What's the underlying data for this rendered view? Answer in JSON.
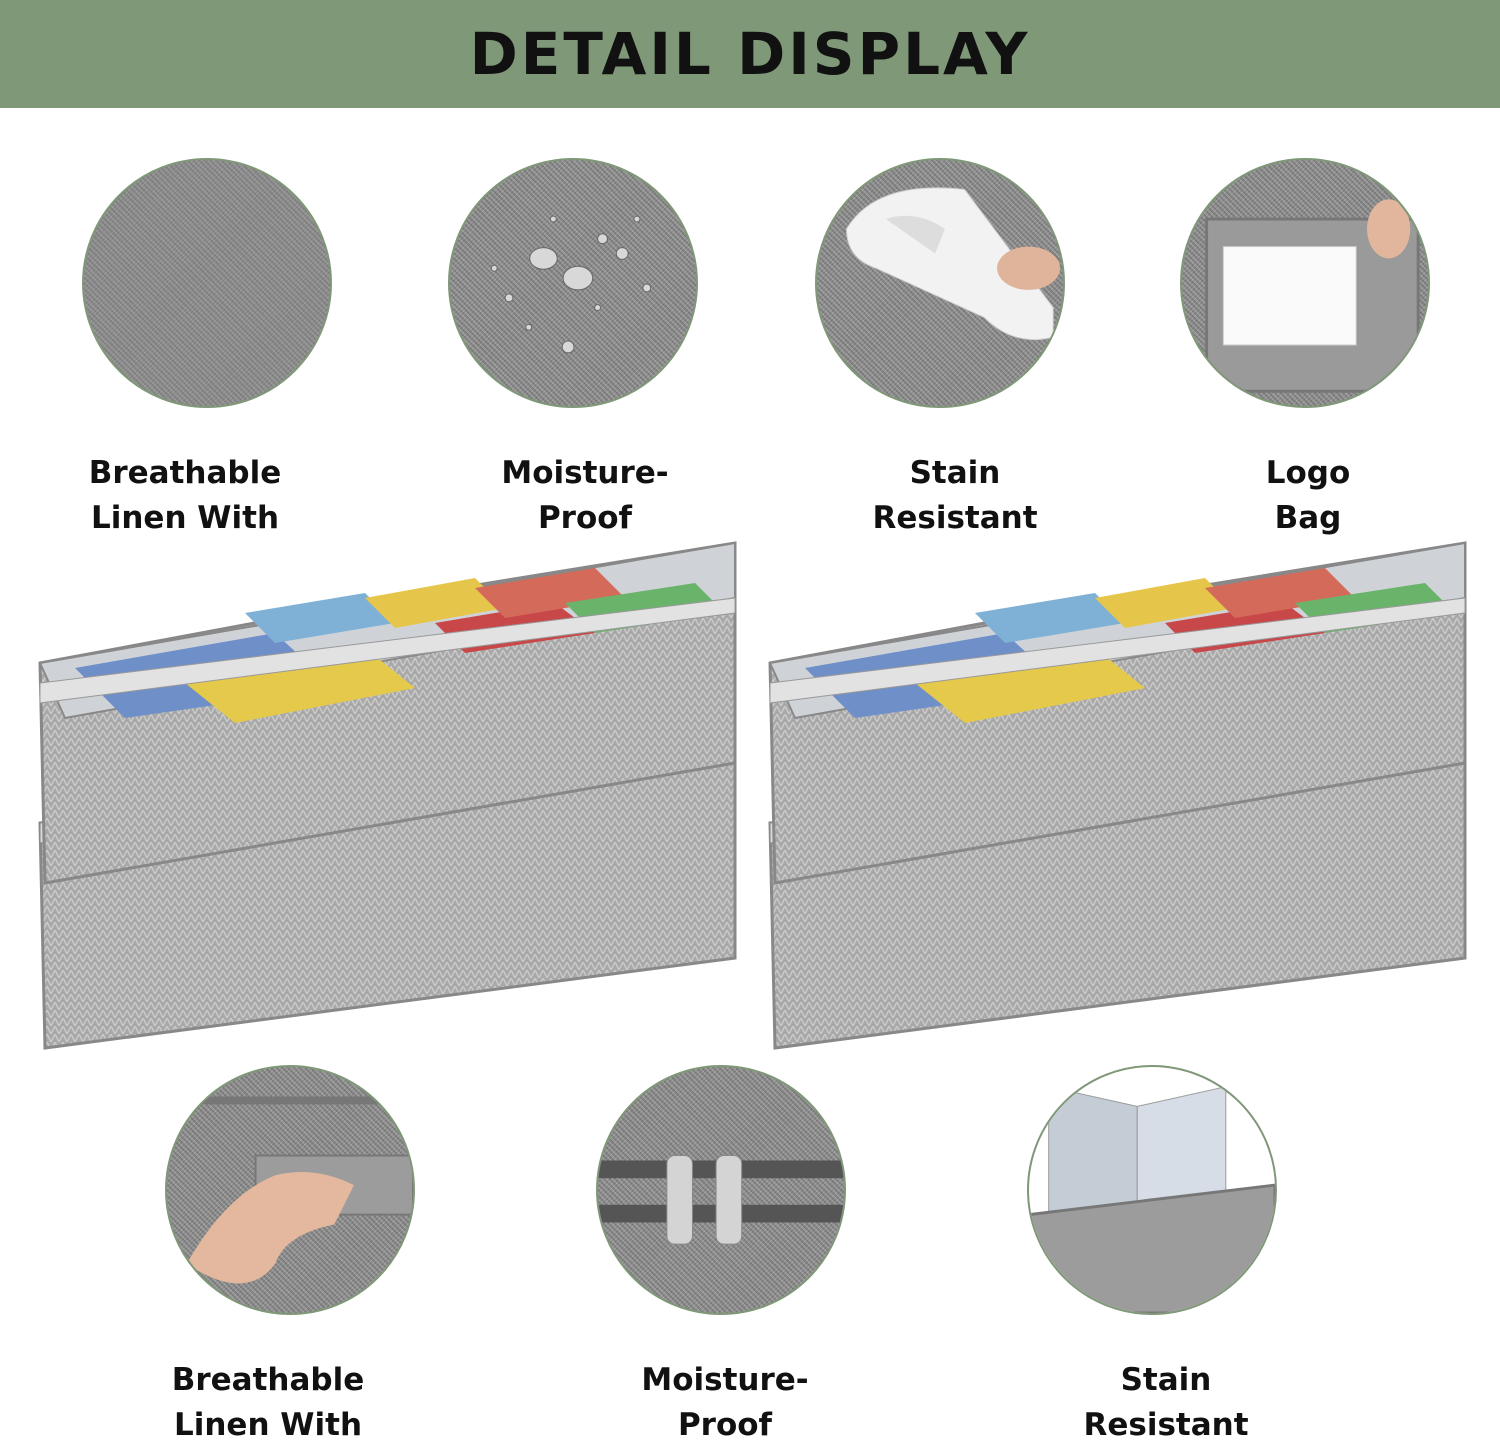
{
  "banner": {
    "title": "DETAIL DISPLAY"
  },
  "top_features": [
    {
      "line1": "Breathable",
      "line2": "Linen With",
      "icon": "linen-fabric-icon"
    },
    {
      "line1": "Moisture-",
      "line2": "Proof",
      "icon": "water-droplets-icon"
    },
    {
      "line1": "Stain",
      "line2": "Resistant",
      "icon": "cloth-wipe-icon"
    },
    {
      "line1": "Logo",
      "line2": "Bag",
      "icon": "label-pocket-icon"
    }
  ],
  "bottom_features": [
    {
      "line1": "Breathable",
      "line2": "Linen With",
      "icon": "handle-strap-icon"
    },
    {
      "line1": "Moisture-",
      "line2": "Proof",
      "icon": "double-zipper-icon"
    },
    {
      "line1": "Stain",
      "line2": "Resistant",
      "icon": "divider-panel-icon"
    }
  ],
  "colors": {
    "banner": "#7f9878",
    "fabric": "#8c8c8c",
    "border": "#7f9878"
  }
}
